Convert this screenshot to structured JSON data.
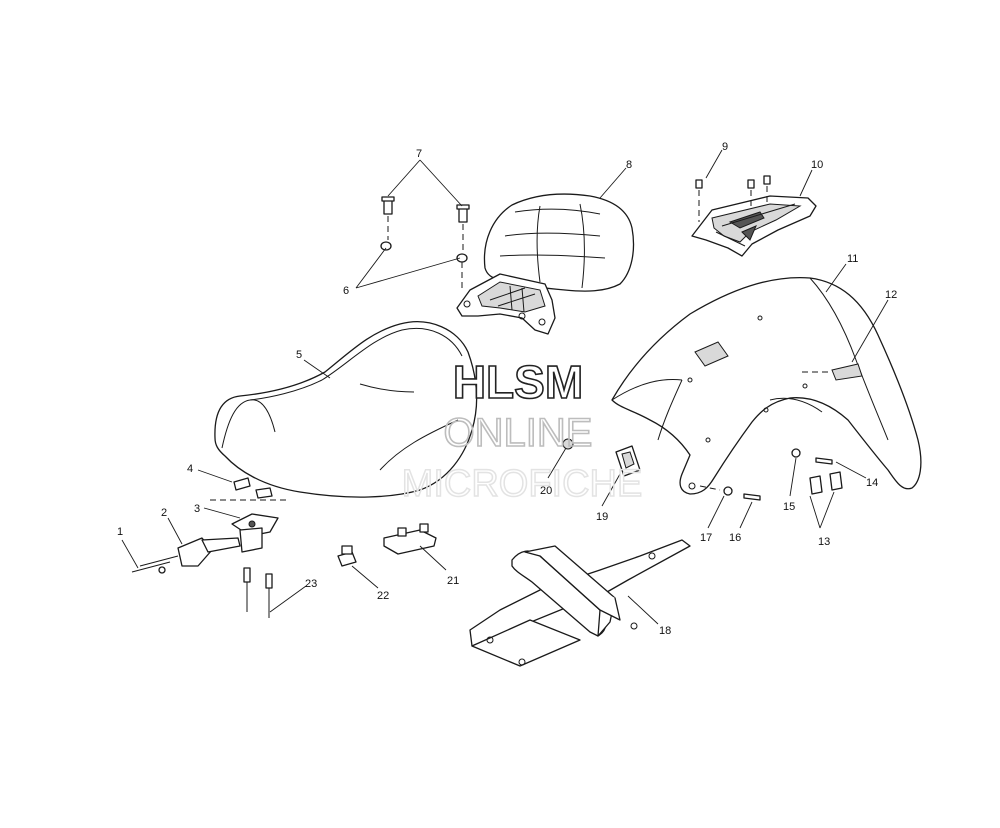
{
  "watermark": {
    "line1": "HLSM",
    "line2": "ONLINE",
    "line3": "MICROFICHE"
  },
  "callouts": [
    "1",
    "2",
    "3",
    "4",
    "5",
    "6",
    "7",
    "8",
    "9",
    "10",
    "11",
    "12",
    "13",
    "14",
    "15",
    "16",
    "17",
    "18",
    "19",
    "20",
    "21",
    "22",
    "23"
  ]
}
